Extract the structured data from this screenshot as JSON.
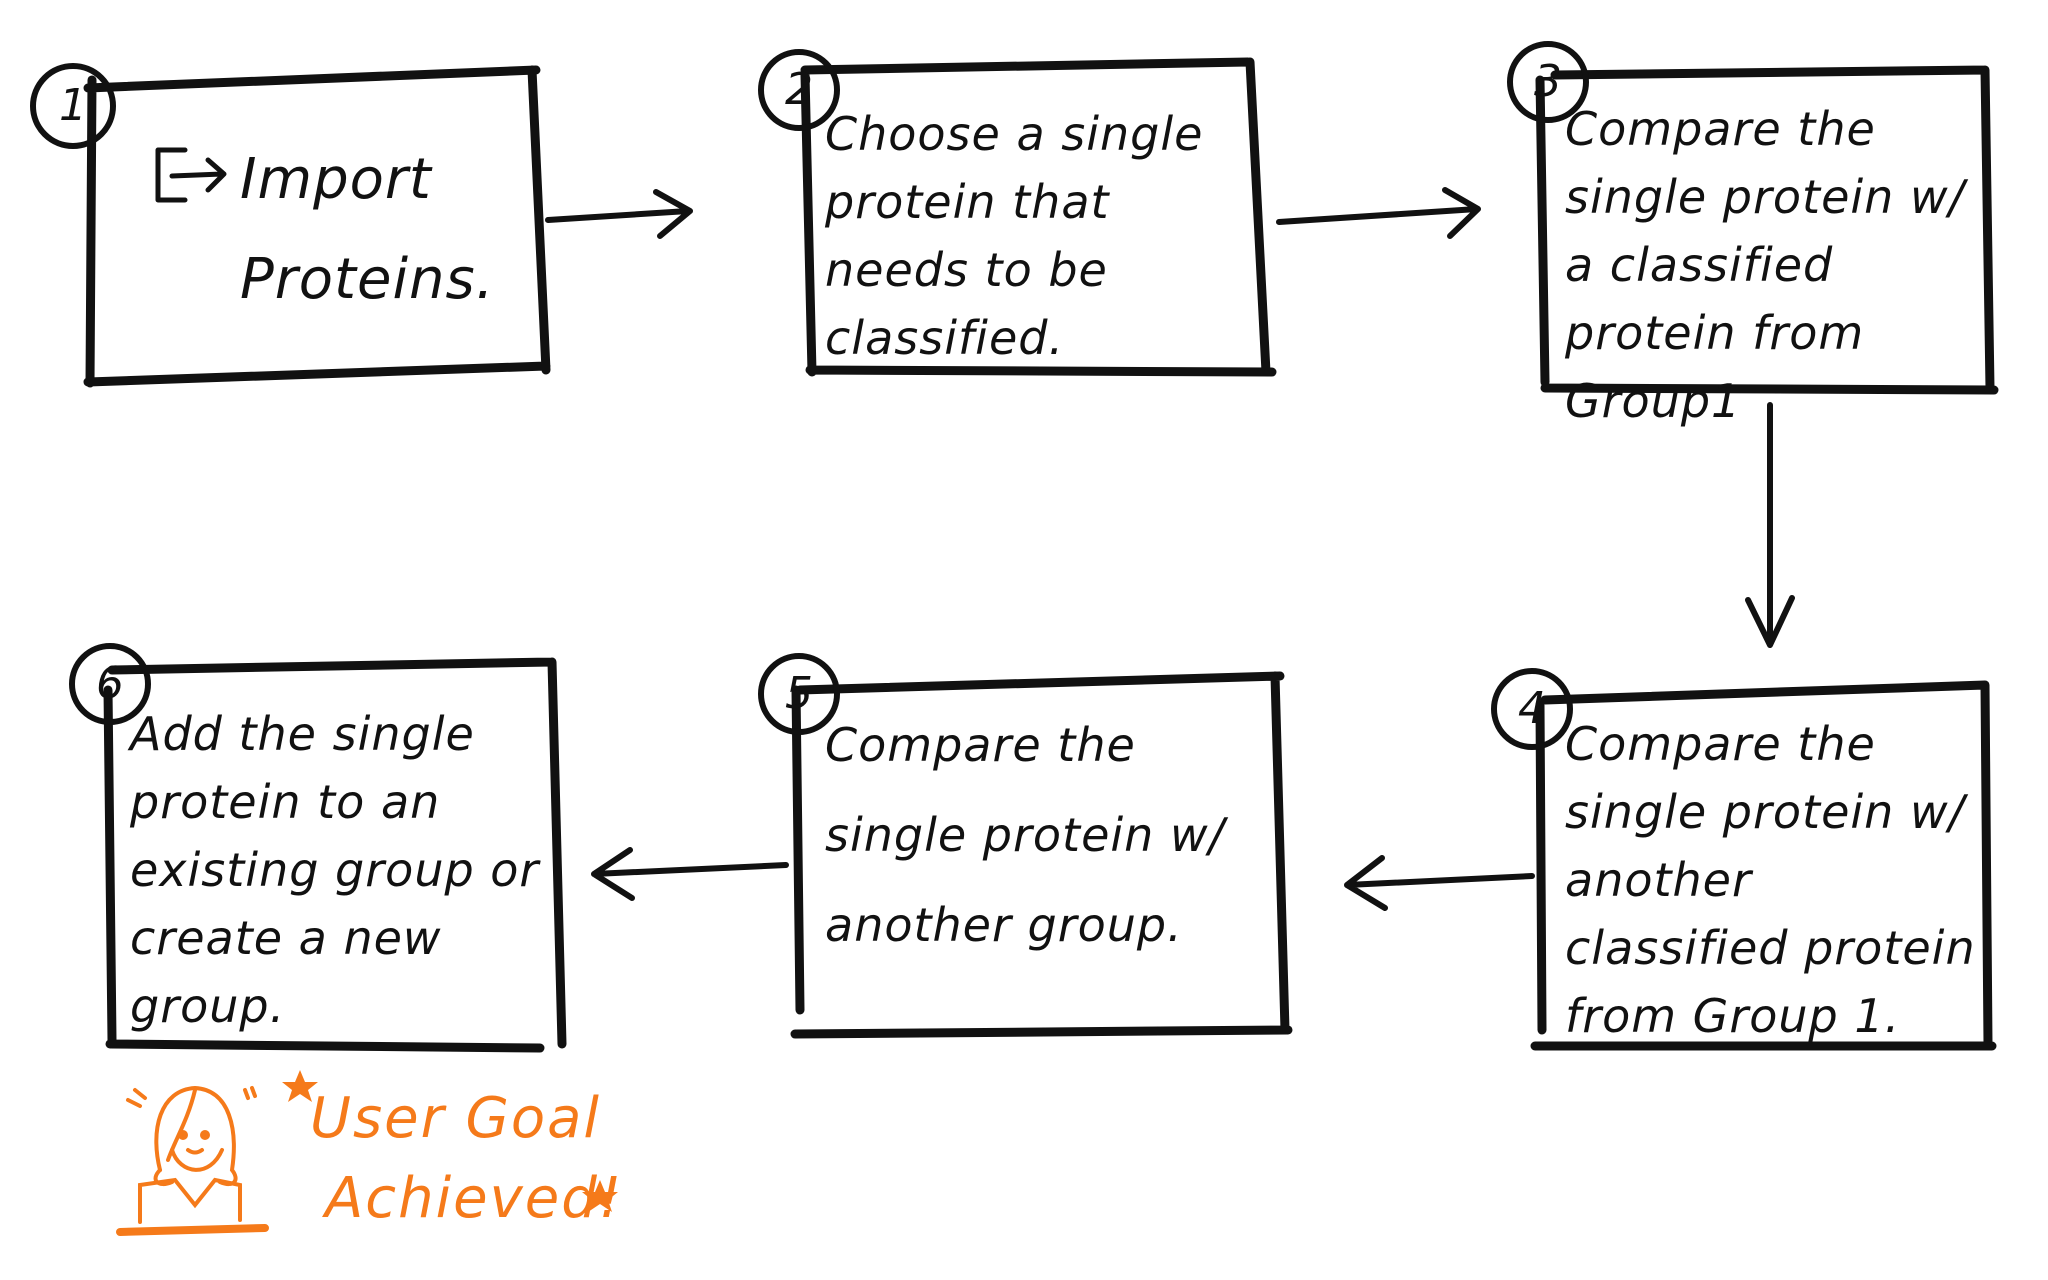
{
  "steps": [
    {
      "number": "1",
      "text": "Import Proteins.",
      "icon": "import-icon"
    },
    {
      "number": "2",
      "text": "Choose a single protein that needs to be classified."
    },
    {
      "number": "3",
      "text": "Compare the single protein w/ a classified protein from Group1"
    },
    {
      "number": "4",
      "text": "Compare the single protein w/ another classified protein from Group 1."
    },
    {
      "number": "5",
      "text": "Compare the single protein w/ another group."
    },
    {
      "number": "6",
      "text": "Add the single protein to an existing group or create a new group."
    }
  ],
  "goal": {
    "line1": "User Goal",
    "line2": "Achieved!",
    "color": "#f57a1a"
  },
  "ink_color": "#111111"
}
